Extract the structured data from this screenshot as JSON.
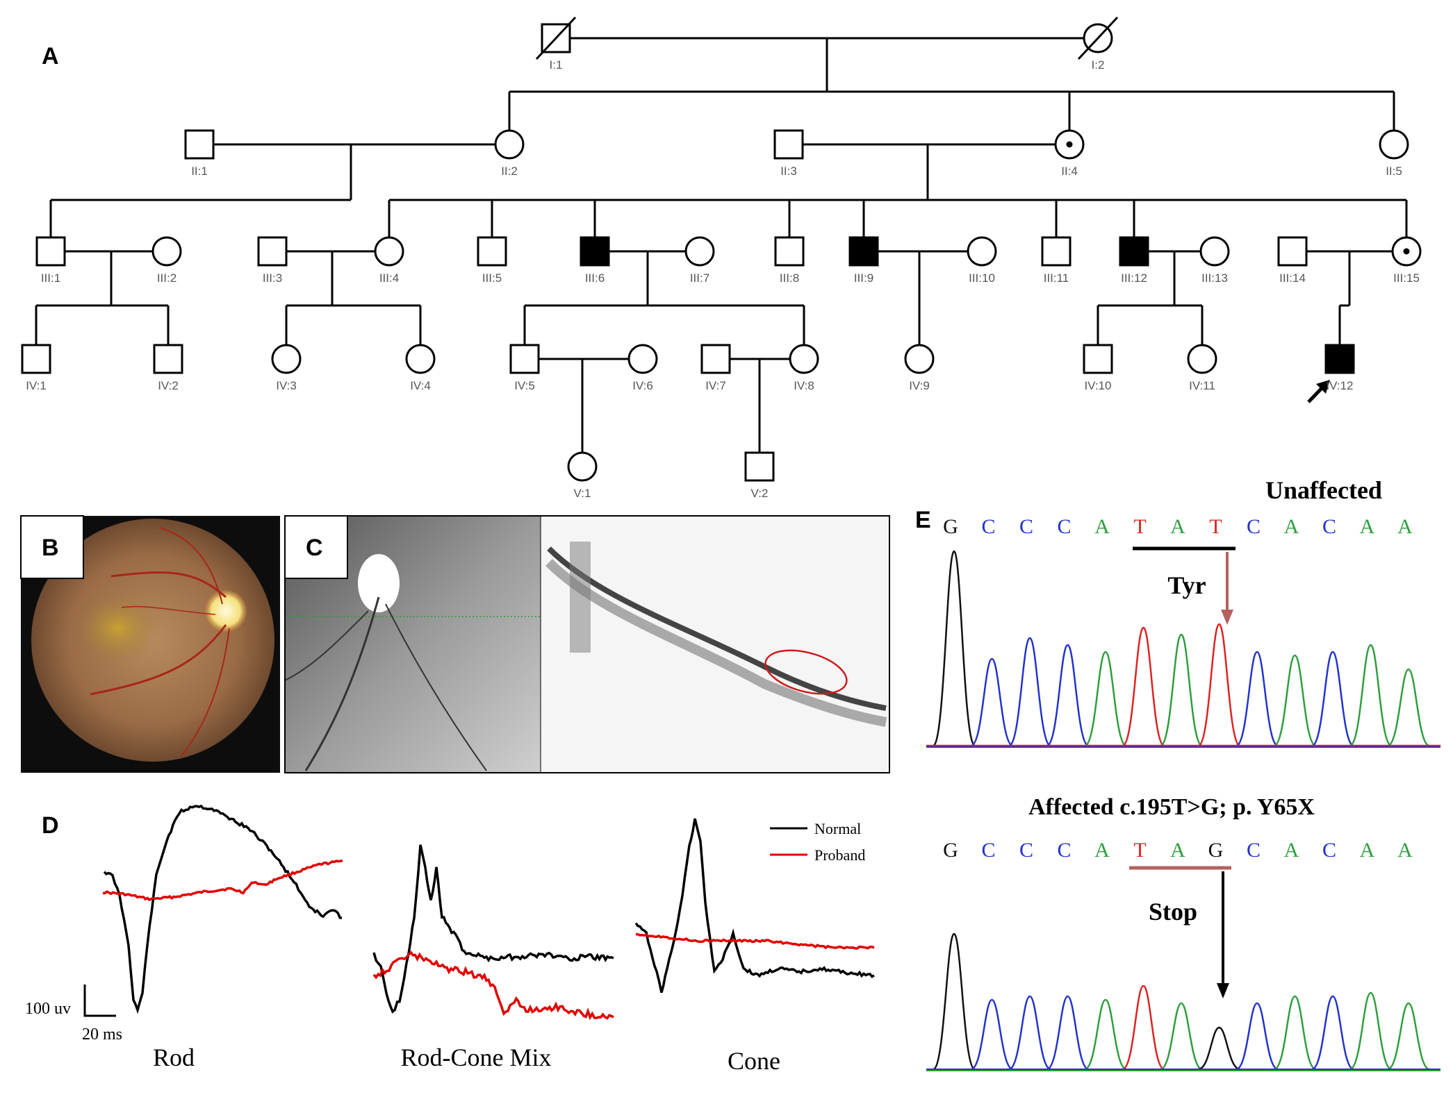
{
  "panel_labels": {
    "a": "A",
    "b": "B",
    "c": "C",
    "d": "D",
    "e": "E"
  },
  "pedigree": {
    "individuals": [
      {
        "id": "I:1",
        "sex": "M",
        "affected": false,
        "deceased": true,
        "carrier": false
      },
      {
        "id": "I:2",
        "sex": "F",
        "affected": false,
        "deceased": true,
        "carrier": false
      },
      {
        "id": "II:1",
        "sex": "M",
        "affected": false,
        "deceased": false,
        "carrier": false
      },
      {
        "id": "II:2",
        "sex": "F",
        "affected": false,
        "deceased": false,
        "carrier": false
      },
      {
        "id": "II:3",
        "sex": "M",
        "affected": false,
        "deceased": false,
        "carrier": false
      },
      {
        "id": "II:4",
        "sex": "F",
        "affected": false,
        "deceased": false,
        "carrier": true
      },
      {
        "id": "II:5",
        "sex": "F",
        "affected": false,
        "deceased": false,
        "carrier": false
      },
      {
        "id": "III:1",
        "sex": "M",
        "affected": false,
        "deceased": false,
        "carrier": false
      },
      {
        "id": "III:2",
        "sex": "F",
        "affected": false,
        "deceased": false,
        "carrier": false
      },
      {
        "id": "III:3",
        "sex": "M",
        "affected": false,
        "deceased": false,
        "carrier": false
      },
      {
        "id": "III:4",
        "sex": "F",
        "affected": false,
        "deceased": false,
        "carrier": false
      },
      {
        "id": "III:5",
        "sex": "M",
        "affected": false,
        "deceased": false,
        "carrier": false
      },
      {
        "id": "III:6",
        "sex": "M",
        "affected": true,
        "deceased": false,
        "carrier": false
      },
      {
        "id": "III:7",
        "sex": "F",
        "affected": false,
        "deceased": false,
        "carrier": false
      },
      {
        "id": "III:8",
        "sex": "M",
        "affected": false,
        "deceased": false,
        "carrier": false
      },
      {
        "id": "III:9",
        "sex": "M",
        "affected": true,
        "deceased": false,
        "carrier": false
      },
      {
        "id": "III:10",
        "sex": "F",
        "affected": false,
        "deceased": false,
        "carrier": false
      },
      {
        "id": "III:11",
        "sex": "M",
        "affected": false,
        "deceased": false,
        "carrier": false
      },
      {
        "id": "III:12",
        "sex": "M",
        "affected": true,
        "deceased": false,
        "carrier": false
      },
      {
        "id": "III:13",
        "sex": "F",
        "affected": false,
        "deceased": false,
        "carrier": false
      },
      {
        "id": "III:14",
        "sex": "M",
        "affected": false,
        "deceased": false,
        "carrier": false
      },
      {
        "id": "III:15",
        "sex": "F",
        "affected": false,
        "deceased": false,
        "carrier": true
      },
      {
        "id": "IV:1",
        "sex": "M",
        "affected": false,
        "deceased": false,
        "carrier": false
      },
      {
        "id": "IV:2",
        "sex": "M",
        "affected": false,
        "deceased": false,
        "carrier": false
      },
      {
        "id": "IV:3",
        "sex": "F",
        "affected": false,
        "deceased": false,
        "carrier": false
      },
      {
        "id": "IV:4",
        "sex": "F",
        "affected": false,
        "deceased": false,
        "carrier": false
      },
      {
        "id": "IV:5",
        "sex": "M",
        "affected": false,
        "deceased": false,
        "carrier": false
      },
      {
        "id": "IV:6",
        "sex": "F",
        "affected": false,
        "deceased": false,
        "carrier": false
      },
      {
        "id": "IV:7",
        "sex": "M",
        "affected": false,
        "deceased": false,
        "carrier": false
      },
      {
        "id": "IV:8",
        "sex": "F",
        "affected": false,
        "deceased": false,
        "carrier": false
      },
      {
        "id": "IV:9",
        "sex": "F",
        "affected": false,
        "deceased": false,
        "carrier": false
      },
      {
        "id": "IV:10",
        "sex": "M",
        "affected": false,
        "deceased": false,
        "carrier": false
      },
      {
        "id": "IV:11",
        "sex": "F",
        "affected": false,
        "deceased": false,
        "carrier": false
      },
      {
        "id": "IV:12",
        "sex": "M",
        "affected": true,
        "deceased": false,
        "carrier": false,
        "proband": true
      },
      {
        "id": "V:1",
        "sex": "F",
        "affected": false,
        "deceased": false,
        "carrier": false
      },
      {
        "id": "V:2",
        "sex": "M",
        "affected": false,
        "deceased": false,
        "carrier": false
      }
    ]
  },
  "erg": {
    "legend": {
      "normal": "Normal",
      "proband": "Proband"
    },
    "scale": {
      "amplitude": "100 uv",
      "time": "20 ms"
    },
    "panels": {
      "rod": "Rod",
      "mix": "Rod-Cone Mix",
      "cone": "Cone"
    },
    "colors": {
      "normal": "#000000",
      "proband": "#e00000"
    }
  },
  "sequencing": {
    "unaffected": {
      "title": "Unaffected",
      "bases": [
        "G",
        "C",
        "C",
        "C",
        "A",
        "T",
        "A",
        "T",
        "C",
        "A",
        "C",
        "A",
        "A"
      ],
      "codon_label": "Tyr"
    },
    "affected": {
      "title": "Affected  c.195T>G; p. Y65X",
      "bases": [
        "G",
        "C",
        "C",
        "C",
        "A",
        "T",
        "A",
        "G",
        "C",
        "A",
        "C",
        "A",
        "A"
      ],
      "codon_label": "Stop"
    },
    "base_colors": {
      "A": "#2e9e3e",
      "C": "#2233cc",
      "G": "#111111",
      "T": "#dd2222"
    }
  }
}
